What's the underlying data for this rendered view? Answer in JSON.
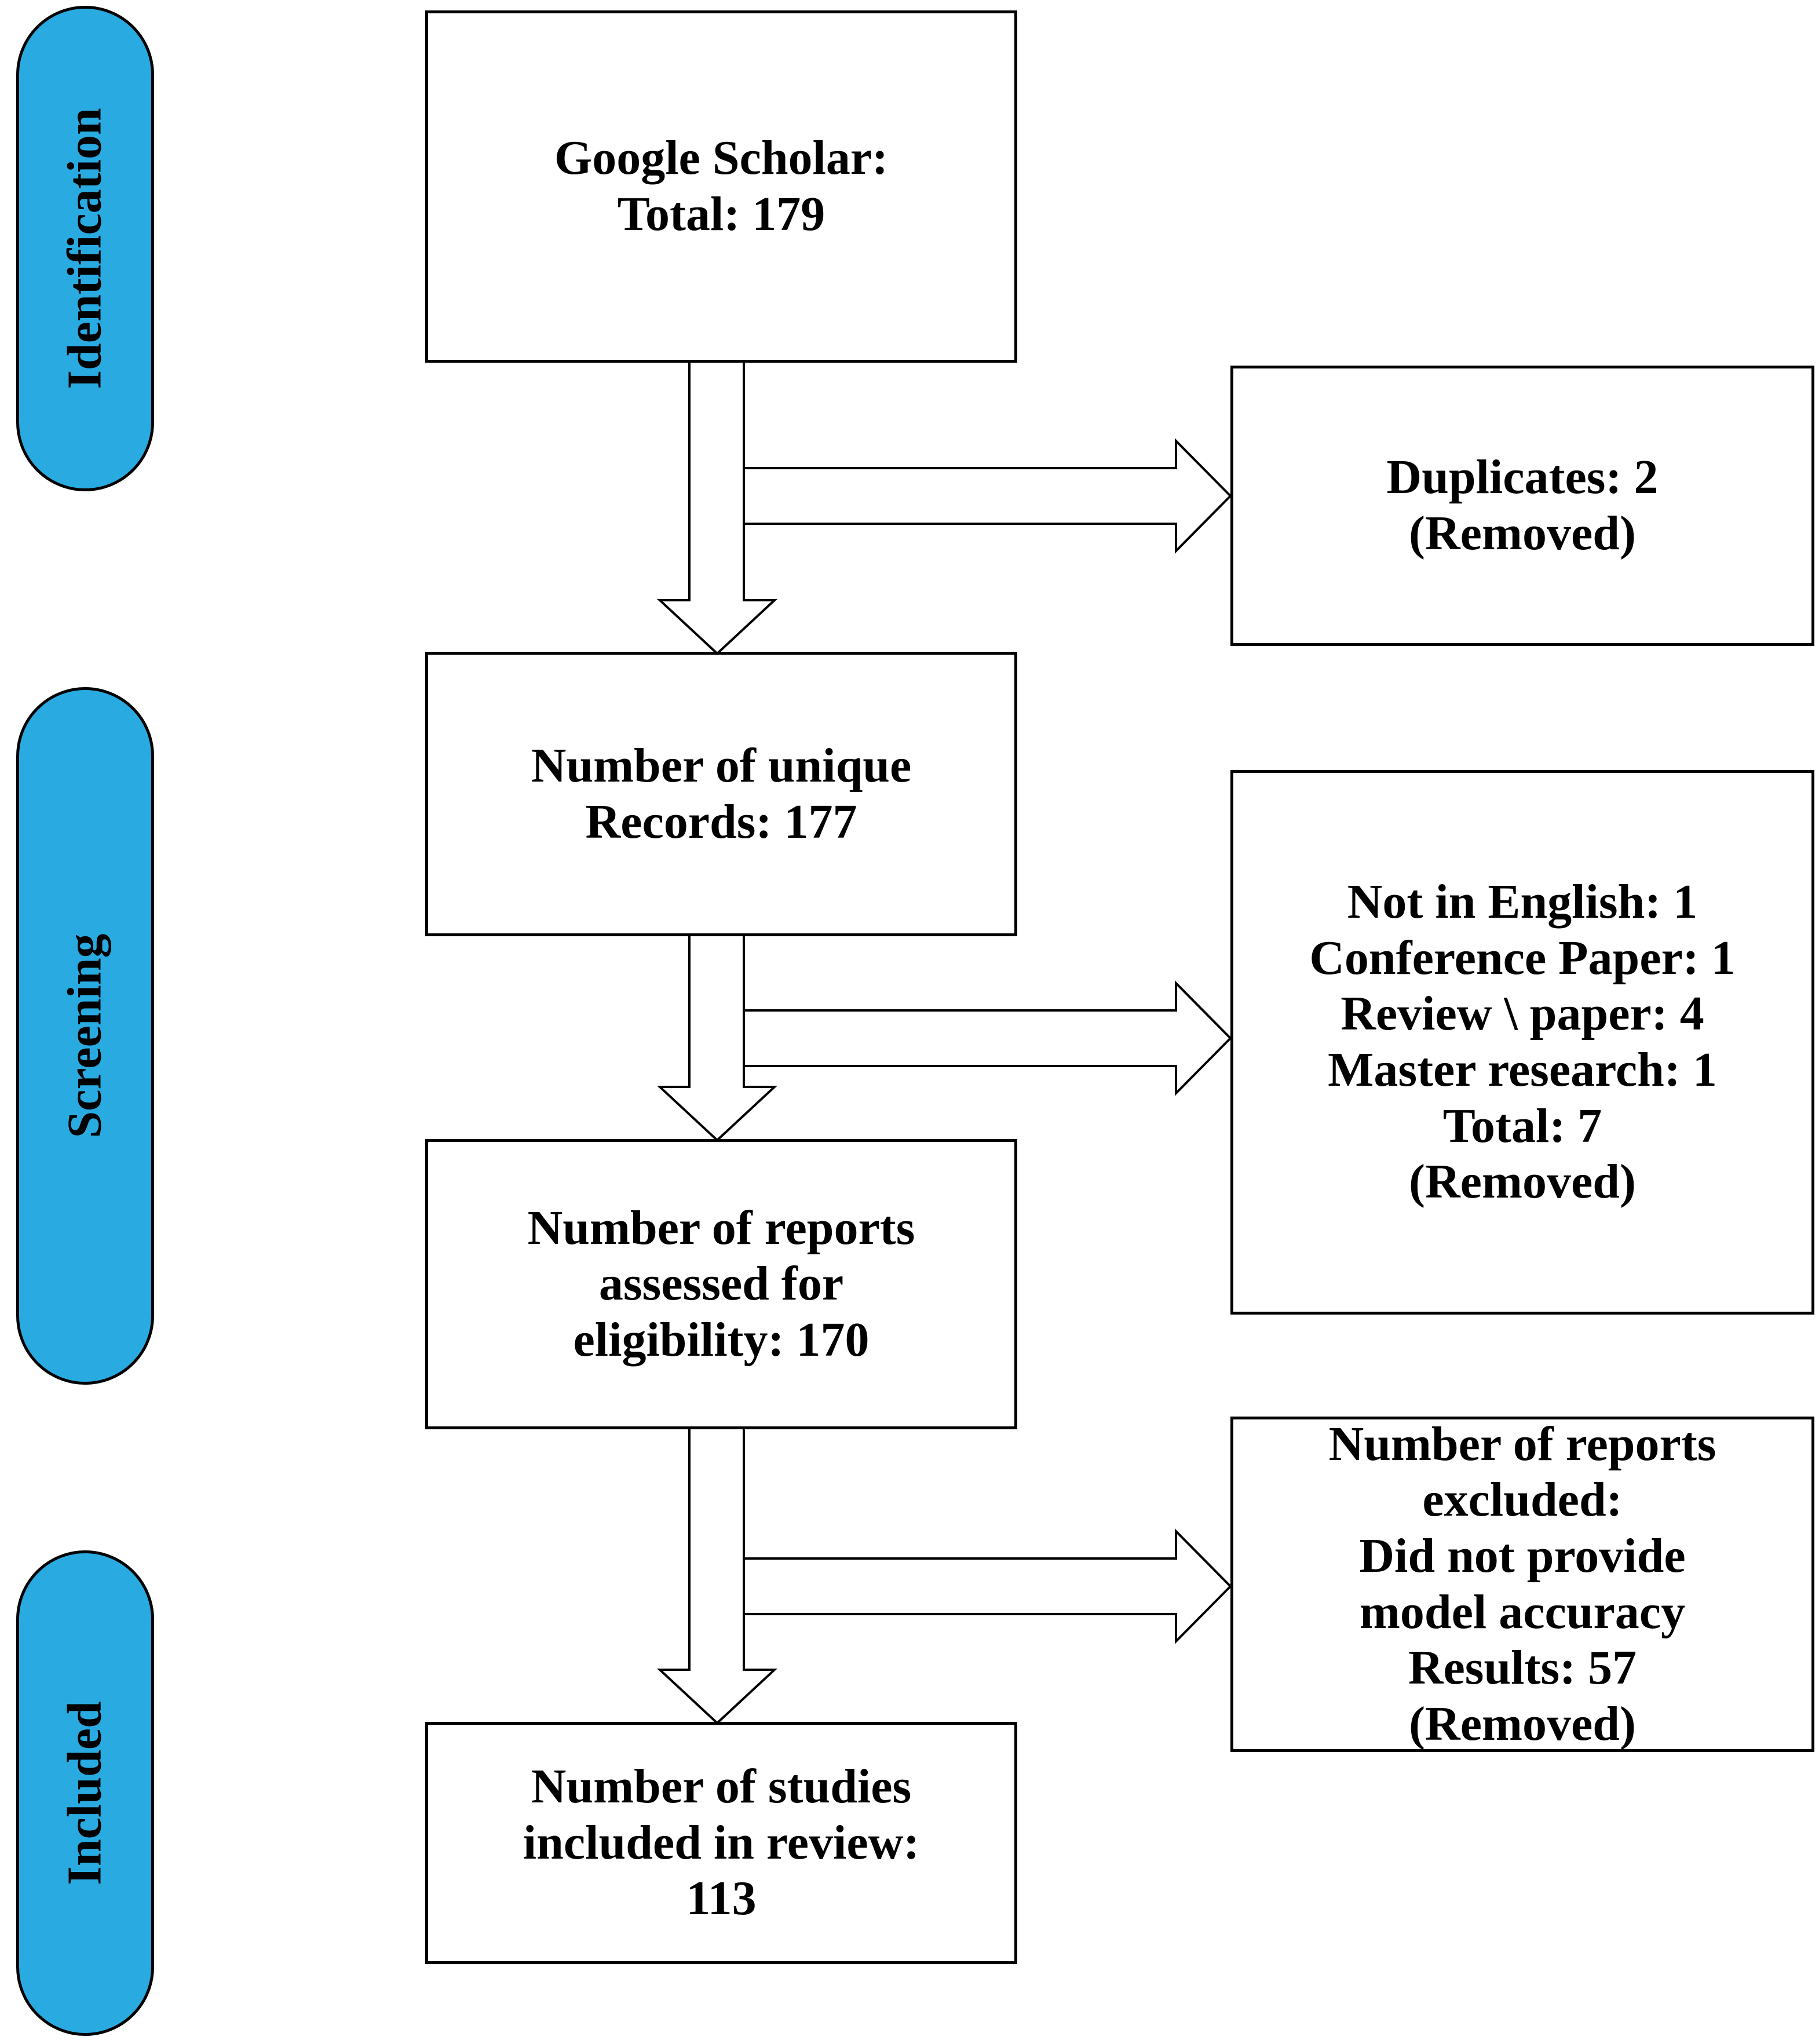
{
  "diagram": {
    "stages": [
      {
        "label": "Identification"
      },
      {
        "label": "Screening"
      },
      {
        "label": "Included"
      }
    ],
    "main_boxes": [
      {
        "text": "Google Scholar:\nTotal: 179"
      },
      {
        "text": "Number of unique\nRecords: 177"
      },
      {
        "text": "Number of reports\nassessed for\neligibility: 170"
      },
      {
        "text": "Number of studies\nincluded in review:\n113"
      }
    ],
    "side_boxes": [
      {
        "text": "Duplicates: 2\n(Removed)"
      },
      {
        "text": "Not in English: 1\nConference Paper: 1\nReview \\ paper: 4\nMaster research: 1\nTotal: 7\n(Removed)"
      },
      {
        "text": "Number of reports\nexcluded:\nDid not provide\nmodel accuracy\nResults: 57\n(Removed)"
      }
    ],
    "counts": {
      "total_identified": 179,
      "duplicates_removed": 2,
      "unique_records": 177,
      "screening_removed_total": 7,
      "assessed_for_eligibility": 170,
      "reports_excluded": 57,
      "included_in_review": 113
    },
    "colors": {
      "stage_fill": "#29ABE2",
      "line": "#000000",
      "box_fill": "#FFFFFF"
    }
  }
}
